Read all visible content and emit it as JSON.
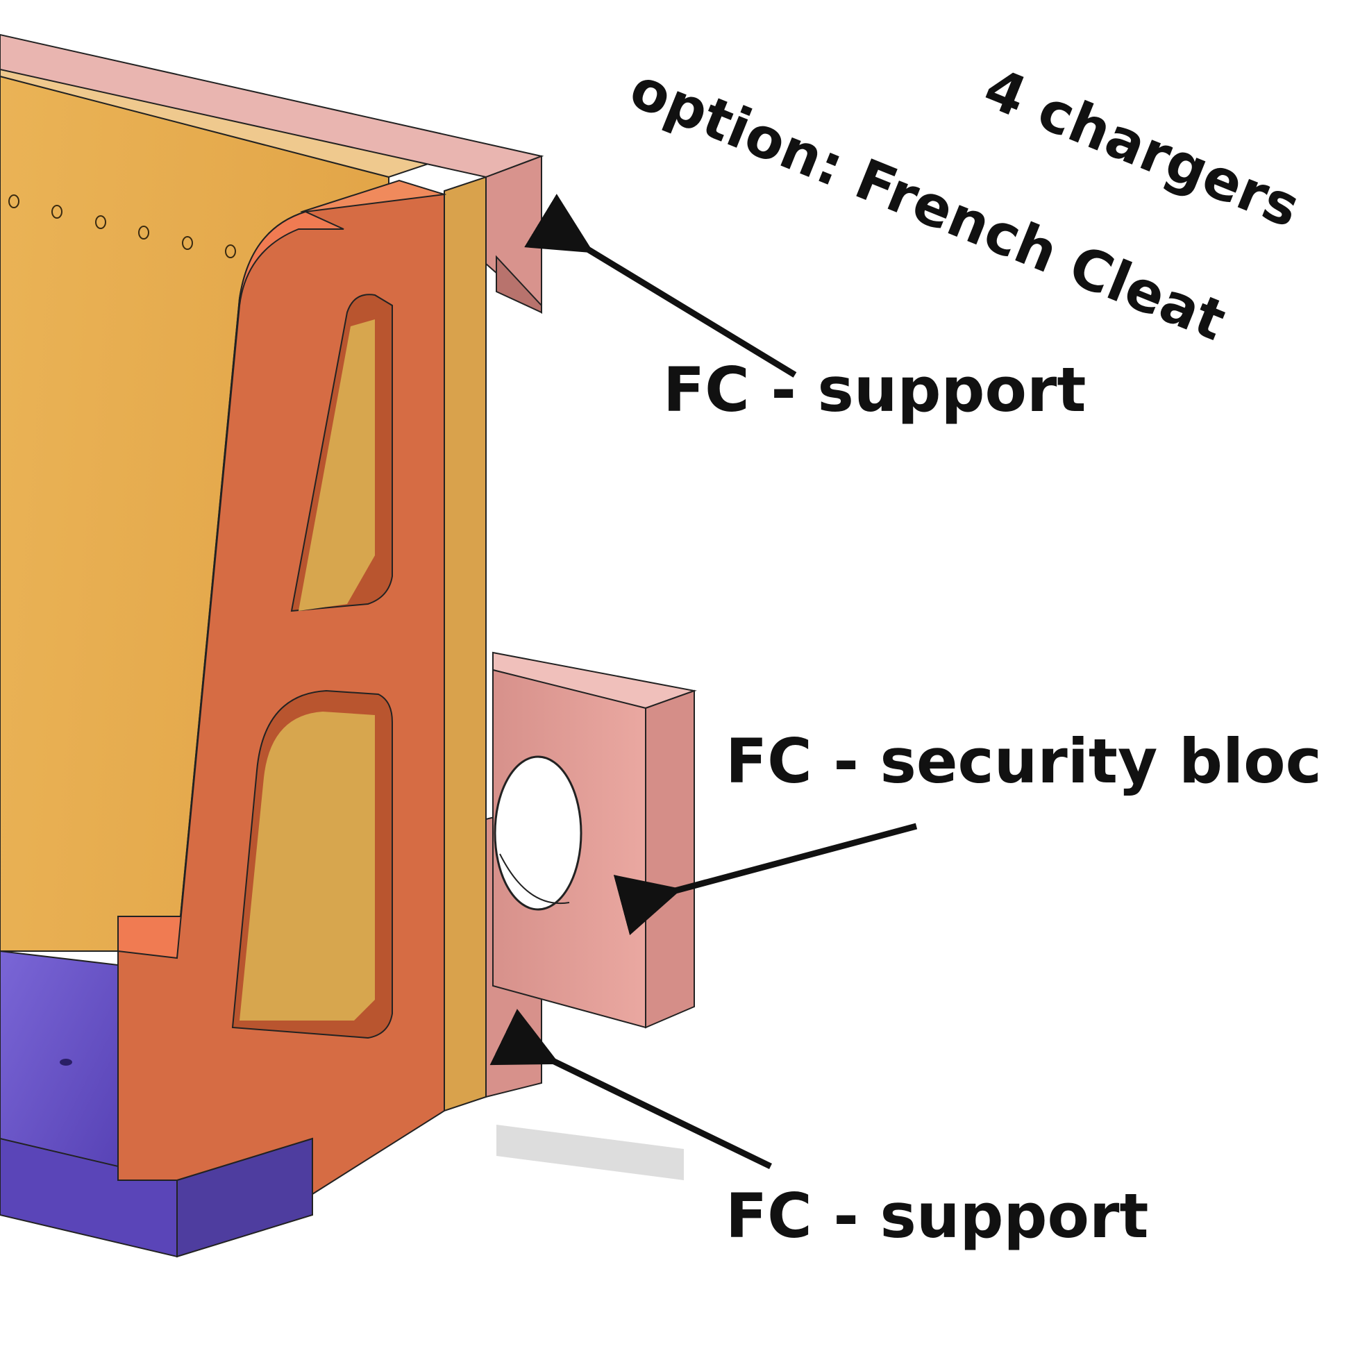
{
  "title": {
    "line1": "4 chargers",
    "line2": "option: French Cleat"
  },
  "callouts": [
    {
      "label": "FC - support"
    },
    {
      "label": "FC - security bloc"
    },
    {
      "label": "FC - support"
    }
  ],
  "colors": {
    "background": "#ffffff",
    "charger_body": "#e8b04f",
    "side_bracket": "#e8744d",
    "side_bracket_dark": "#d4693f",
    "cleat_mount": "#d9a24c",
    "french_cleat": "#d99590",
    "french_cleat_light": "#e8b2ad",
    "base_plate": "#6a55c6",
    "base_plate_dark": "#4c3ca3",
    "arrow": "#111111"
  }
}
